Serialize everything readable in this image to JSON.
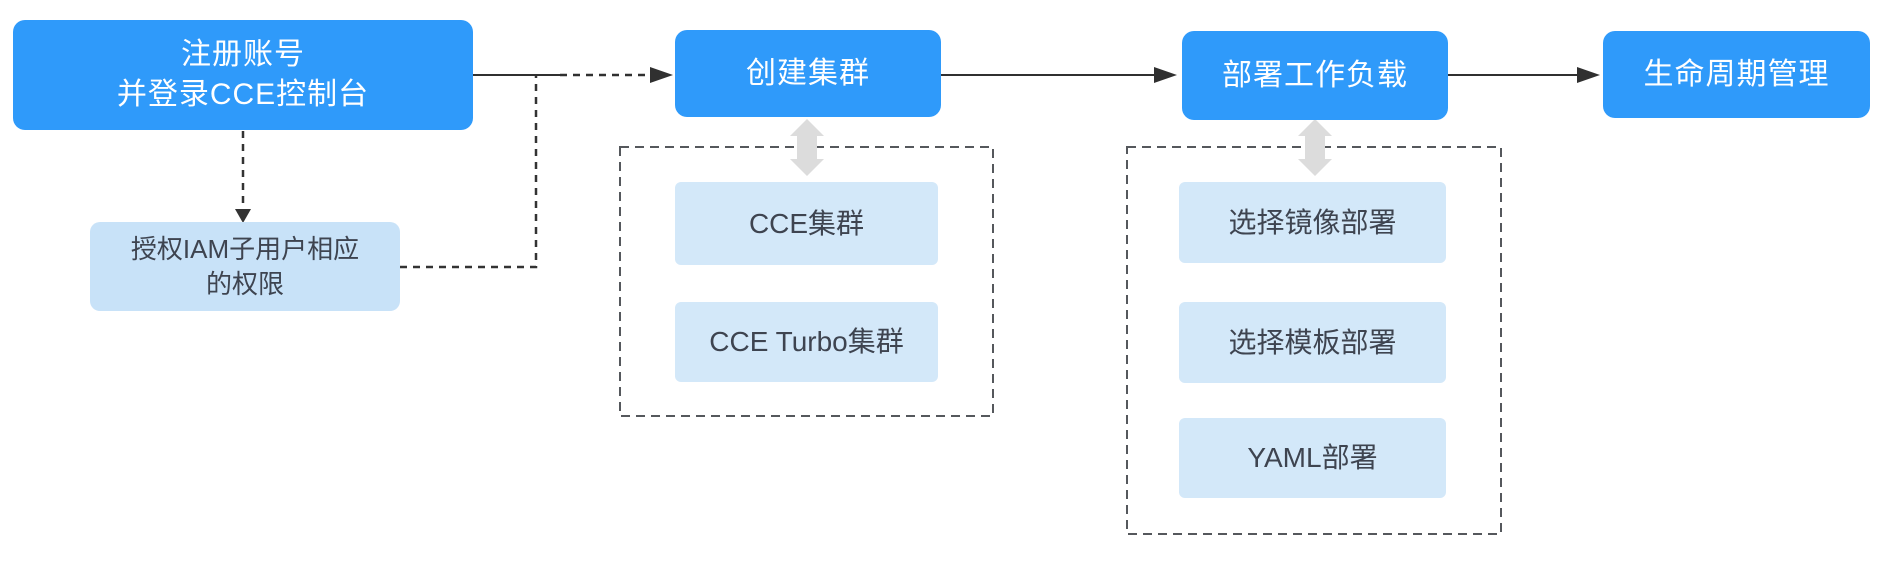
{
  "diagram": {
    "title_hint": "CCE workflow flowchart",
    "colors": {
      "primary_blue": "#2f9afa",
      "secondary_fill": "#c8e2f8",
      "option_fill": "#d3e8f9",
      "dark_text": "#3e4450",
      "connector": "#303030",
      "dashed_border": "#55585c",
      "gray_arrow": "#dcdcdc",
      "background": "#ffffff"
    }
  },
  "flow": {
    "step1": {
      "lines": [
        "注册账号",
        "并登录CCE控制台"
      ]
    },
    "iam": {
      "lines": [
        "授权IAM子用户相应",
        "的权限"
      ]
    },
    "step2": {
      "label": "创建集群"
    },
    "step2_options": [
      "CCE集群",
      "CCE Turbo集群"
    ],
    "step3": {
      "label": "部署工作负载"
    },
    "step3_options": [
      "选择镜像部署",
      "选择模板部署",
      "YAML部署"
    ],
    "step4": {
      "label": "生命周期管理"
    }
  }
}
